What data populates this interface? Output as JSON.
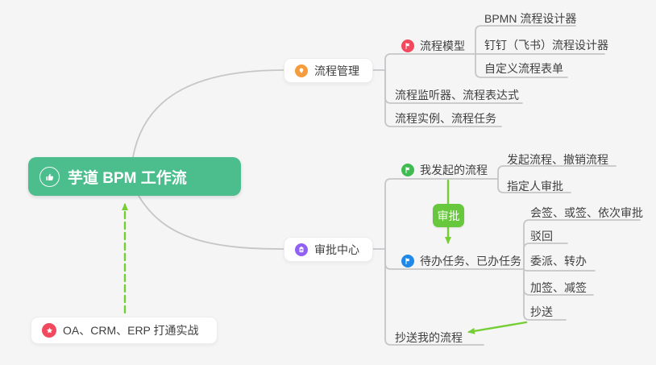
{
  "map": {
    "root": {
      "label": "芋道 BPM 工作流"
    },
    "process_management": {
      "label": "流程管理"
    },
    "process_model": {
      "label": "流程模型"
    },
    "bpmn_designer": {
      "label": "BPMN 流程设计器"
    },
    "dingtalk_designer": {
      "label": "钉钉（飞书）流程设计器"
    },
    "custom_form": {
      "label": "自定义流程表单"
    },
    "listener_expression": {
      "label": "流程监听器、流程表达式"
    },
    "instance_task": {
      "label": "流程实例、流程任务"
    },
    "approval_center": {
      "label": "审批中心"
    },
    "my_initiated": {
      "label": "我发起的流程"
    },
    "initiate_cancel": {
      "label": "发起流程、撤销流程"
    },
    "assignee_approval": {
      "label": "指定人审批"
    },
    "todo_done": {
      "label": "待办任务、已办任务"
    },
    "countersign": {
      "label": "会签、或签、依次审批"
    },
    "reject": {
      "label": "驳回"
    },
    "delegate_transfer": {
      "label": "委派、转办"
    },
    "add_reduce_sign": {
      "label": "加签、减签"
    },
    "cc": {
      "label": "抄送"
    },
    "cc_my_process": {
      "label": "抄送我的流程"
    },
    "oa_practice": {
      "label": "OA、CRM、ERP 打通实战"
    },
    "approval_edge_badge": {
      "label": "审批"
    }
  },
  "colors": {
    "background": "#f5f5f6",
    "root_bg": "#4cbe8e",
    "badge_bg": "#67c83e",
    "arrow_green": "#74ce34",
    "line_gray": "#c6c6c8",
    "icon_orange": "#f79c3d",
    "icon_red": "#f2495e",
    "icon_green": "#3fbb51",
    "icon_blue": "#1f88e8",
    "icon_purple": "#9161f4",
    "text": "#3f3f3f"
  }
}
